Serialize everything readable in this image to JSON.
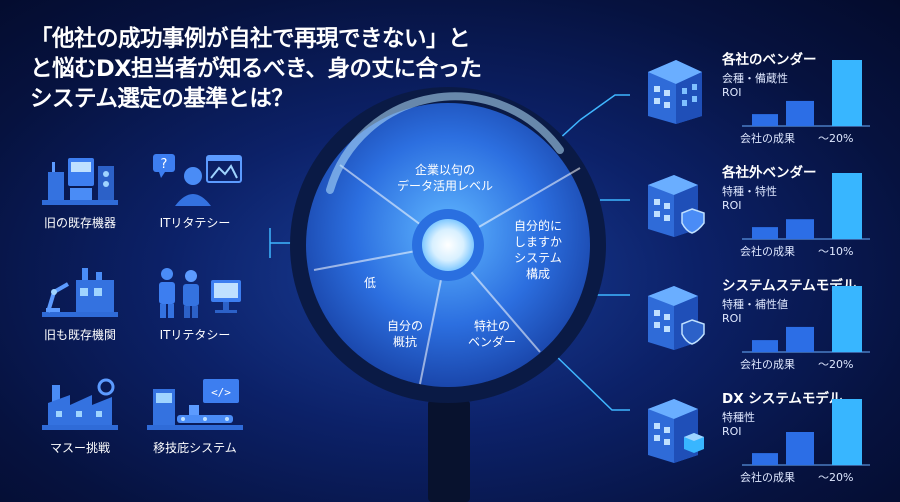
{
  "title": {
    "line1": "「他社の成功事例が自社で再現できない」と",
    "line2": "と悩むDX担当者が知るべき、身の丈に合った",
    "line3": "システム選定の基準とは？"
  },
  "tiles": [
    {
      "label": "旧の既存機器"
    },
    {
      "label": "ITリタテシー"
    },
    {
      "label": "旧も既存機関"
    },
    {
      "label": "ITリテタシー"
    },
    {
      "label": "マスー挑戦"
    },
    {
      "label": "移技庇システム"
    }
  ],
  "lens": {
    "top": "企業以句の\nデータ活用レベル",
    "right": "自分的に\nしますか\nシステム\n構成",
    "bottom_right": "特社の\nベンダー",
    "bottom_left": "自分の\n概抗",
    "left": "低"
  },
  "cards": [
    {
      "title": "各社のベンダー",
      "metric1": "会種・備蔵性",
      "metric2": "ROI",
      "x1": "会社の成果",
      "x2": "〜20%",
      "bars": [
        0.18,
        0.38,
        1.0
      ]
    },
    {
      "title": "各社外ベンダー",
      "metric1": "特種・特性",
      "metric2": "ROI",
      "x1": "会社の成果",
      "x2": "〜10%",
      "bars": [
        0.18,
        0.3,
        1.0
      ]
    },
    {
      "title": "システムステムモデル",
      "metric1": "特種・補性値",
      "metric2": "ROI",
      "x1": "会社の成果",
      "x2": "〜20%",
      "bars": [
        0.18,
        0.38,
        1.0
      ]
    },
    {
      "title": "DX システムモデル",
      "metric1": "特種性",
      "metric2": "ROI",
      "x1": "会社の成果",
      "x2": "〜20%",
      "bars": [
        0.18,
        0.5,
        1.0
      ]
    }
  ],
  "colors": {
    "accent": "#3fb6ff",
    "bar_light": "#38b6ff",
    "bar_dark": "#2c6ee6",
    "icon": "#4f8ff7"
  }
}
